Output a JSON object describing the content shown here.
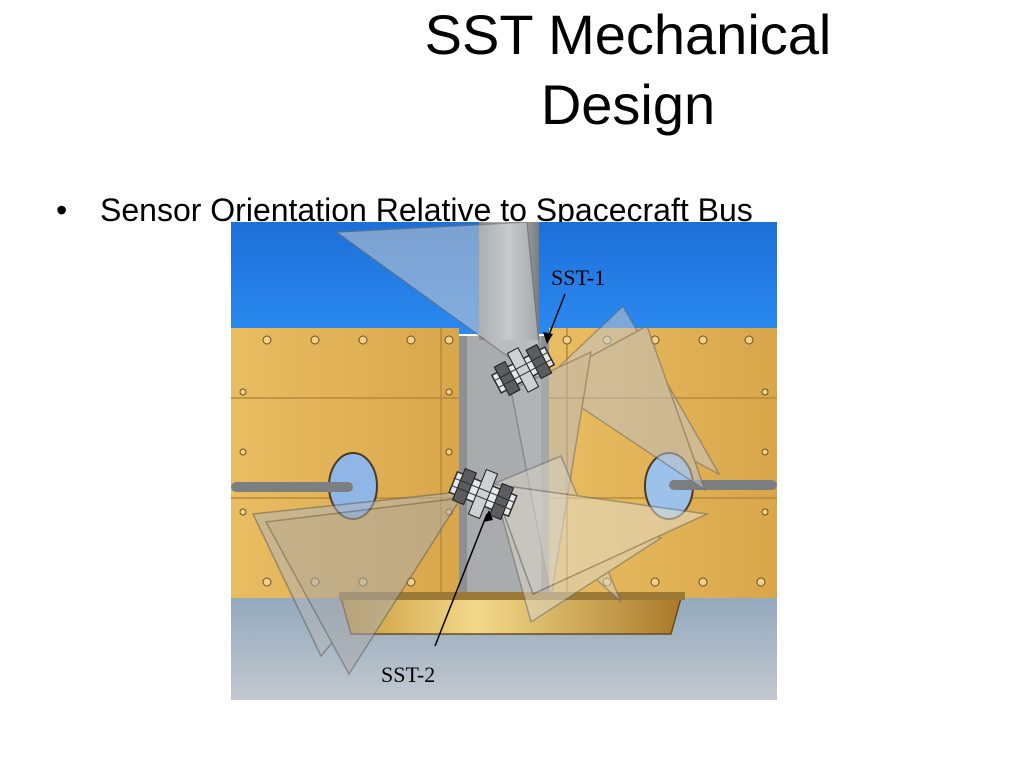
{
  "slide": {
    "title_line_1": "SST Mechanical",
    "title_line_2": "Design",
    "bullet_marker": "•",
    "bullet_text": "Sensor Orientation Relative to Spacecraft Bus"
  },
  "figure": {
    "labels": {
      "sst1": "SST-1",
      "sst2": "SST-2"
    },
    "colors": {
      "sky": "#1f7ae0",
      "panel_gold": "#e6b85a",
      "ground": "#a9b6c2",
      "frustum": "#b6b8bb"
    }
  }
}
